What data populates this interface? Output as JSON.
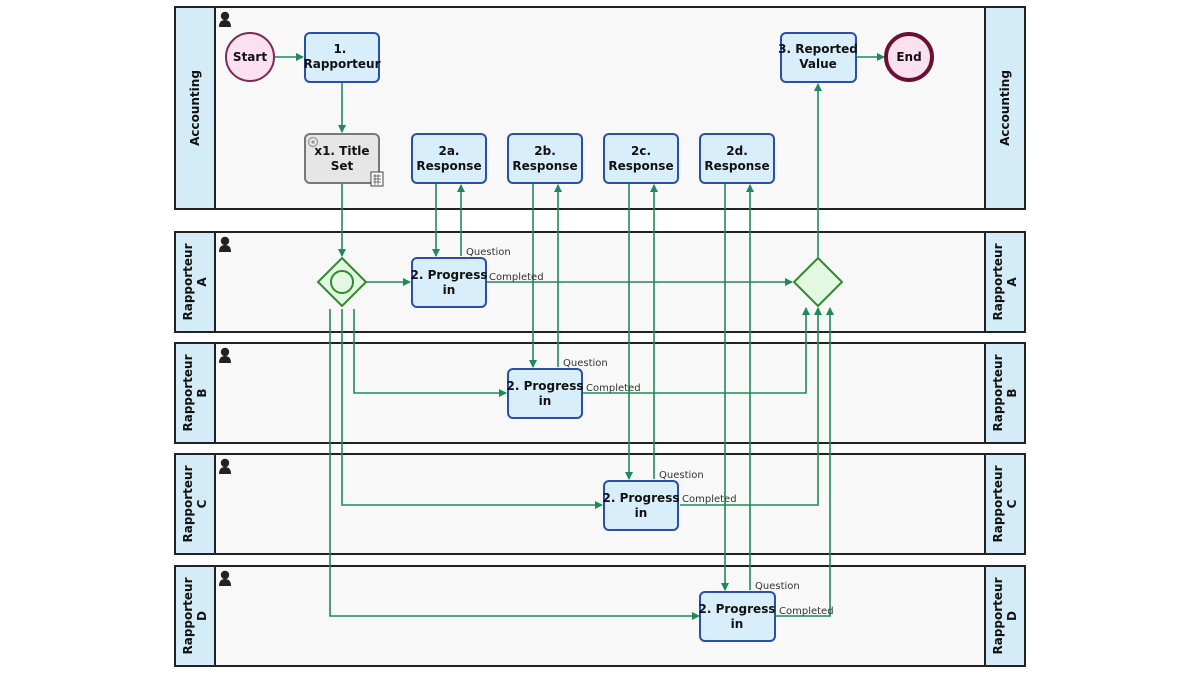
{
  "lanes": [
    {
      "id": "acc",
      "label": "Accounting"
    },
    {
      "id": "ra",
      "label": "Rapporteur\nA"
    },
    {
      "id": "rb",
      "label": "Rapporteur\nB"
    },
    {
      "id": "rc",
      "label": "Rapporteur\nC"
    },
    {
      "id": "rd",
      "label": "Rapporteur\nD"
    }
  ],
  "events": {
    "start": "Start",
    "end": "End"
  },
  "tasks": {
    "t1": "1.\nRapporteur",
    "x1": "x1. Title\nSet",
    "t2a": "2a.\nResponse",
    "t2b": "2b.\nResponse",
    "t2c": "2c.\nResponse",
    "t2d": "2d.\nResponse",
    "t3": "3. Reported\nValue",
    "pa": "2. Progress\nin",
    "pb": "2. Progress\nin",
    "pc": "2. Progress\nin",
    "pd": "2. Progress\nin"
  },
  "flow_labels": {
    "question": "Question",
    "completed": "Completed"
  },
  "colors": {
    "lane_header": "#d4ecf8",
    "lane_body": "#f8f8f8",
    "task_fill": "#d9eefb",
    "task_border": "#2b4fa8",
    "flow": "#1e8a5a",
    "start_fill": "#fbe0f0",
    "end_border": "#6b1030",
    "gateway_fill": "#e3f8e0"
  },
  "icons": [
    "user-icon",
    "gear-icon",
    "calculator-icon"
  ]
}
